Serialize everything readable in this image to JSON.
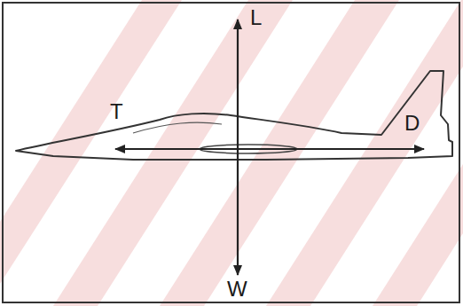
{
  "diagram": {
    "labels": [
      "L",
      "T",
      "D",
      "W"
    ]
  }
}
